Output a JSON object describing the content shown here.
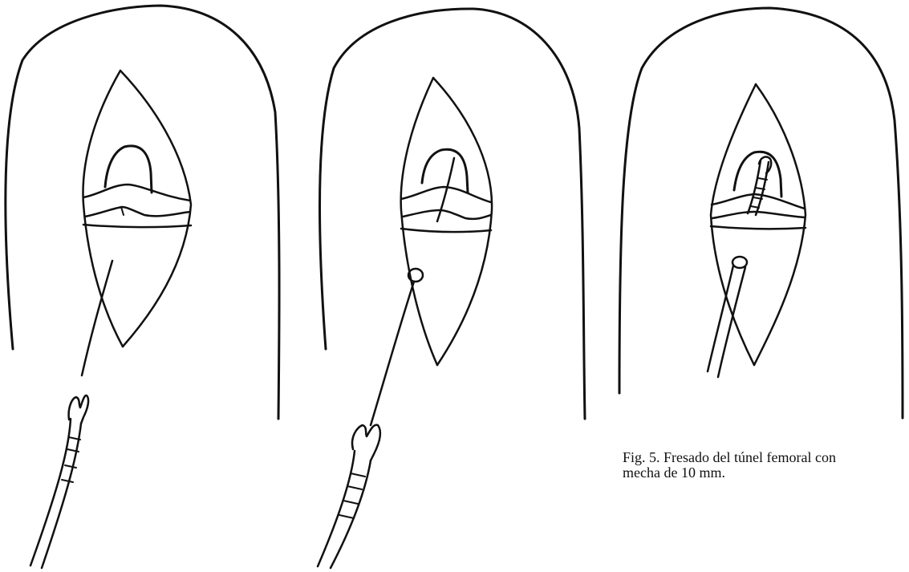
{
  "figure": {
    "caption_line1": "Fig. 5. Fresado del túnel femoral con",
    "caption_line2": "mecha de 10 mm.",
    "panels": [
      {
        "stage": "guide-wire-insertion"
      },
      {
        "stage": "guide-wire-through-notch"
      },
      {
        "stage": "femoral-tunnel-drilling"
      }
    ],
    "ink_color": "#111111",
    "background_color": "#ffffff"
  }
}
